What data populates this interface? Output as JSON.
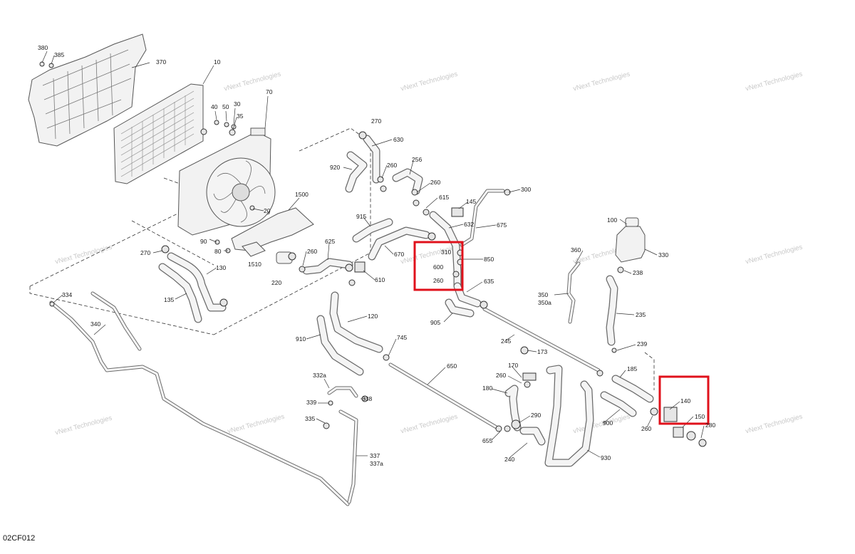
{
  "diagram_code": "02CF012",
  "watermark_text": "vNext Technologies",
  "highlight_color": "#e0111b",
  "highlighted_callouts": [
    "600",
    "260",
    "140",
    "150"
  ],
  "callouts": {
    "c380": "380",
    "c385": "385",
    "c370": "370",
    "c10": "10",
    "c70": "70",
    "c40": "40",
    "c50": "50",
    "c30": "30",
    "c35": "35",
    "c20": "20",
    "c1500": "1500",
    "c90": "90",
    "c80": "80",
    "c1510": "1510",
    "c220": "220",
    "c270a": "270",
    "c270b": "270",
    "c130": "130",
    "c135": "135",
    "c334": "334",
    "c340": "340",
    "c630": "630",
    "c920": "920",
    "c260a": "260",
    "c256": "256",
    "c260b": "260",
    "c615": "615",
    "c145": "145",
    "c300": "300",
    "c675": "675",
    "c632": "632",
    "c915": "915",
    "c625": "625",
    "c260c": "260",
    "c670": "670",
    "c610": "610",
    "c310": "310",
    "c600": "600",
    "c260d": "260",
    "c850": "850",
    "c635": "635",
    "c905": "905",
    "c120": "120",
    "c910": "910",
    "c745": "745",
    "c245": "245",
    "c173": "173",
    "c650": "650",
    "c170": "170",
    "c260e": "260",
    "c180": "180",
    "c290": "290",
    "c655": "655",
    "c240": "240",
    "c930": "930",
    "c900": "900",
    "c185": "185",
    "c260f": "260",
    "c140": "140",
    "c150": "150",
    "c280": "280",
    "c100": "100",
    "c330": "330",
    "c360": "360",
    "c238": "238",
    "c350": "350",
    "c350a": "350a",
    "c235": "235",
    "c239": "239",
    "c332a": "332a",
    "c338": "338",
    "c339": "339",
    "c335": "335",
    "c337": "337",
    "c337a": "337a"
  }
}
